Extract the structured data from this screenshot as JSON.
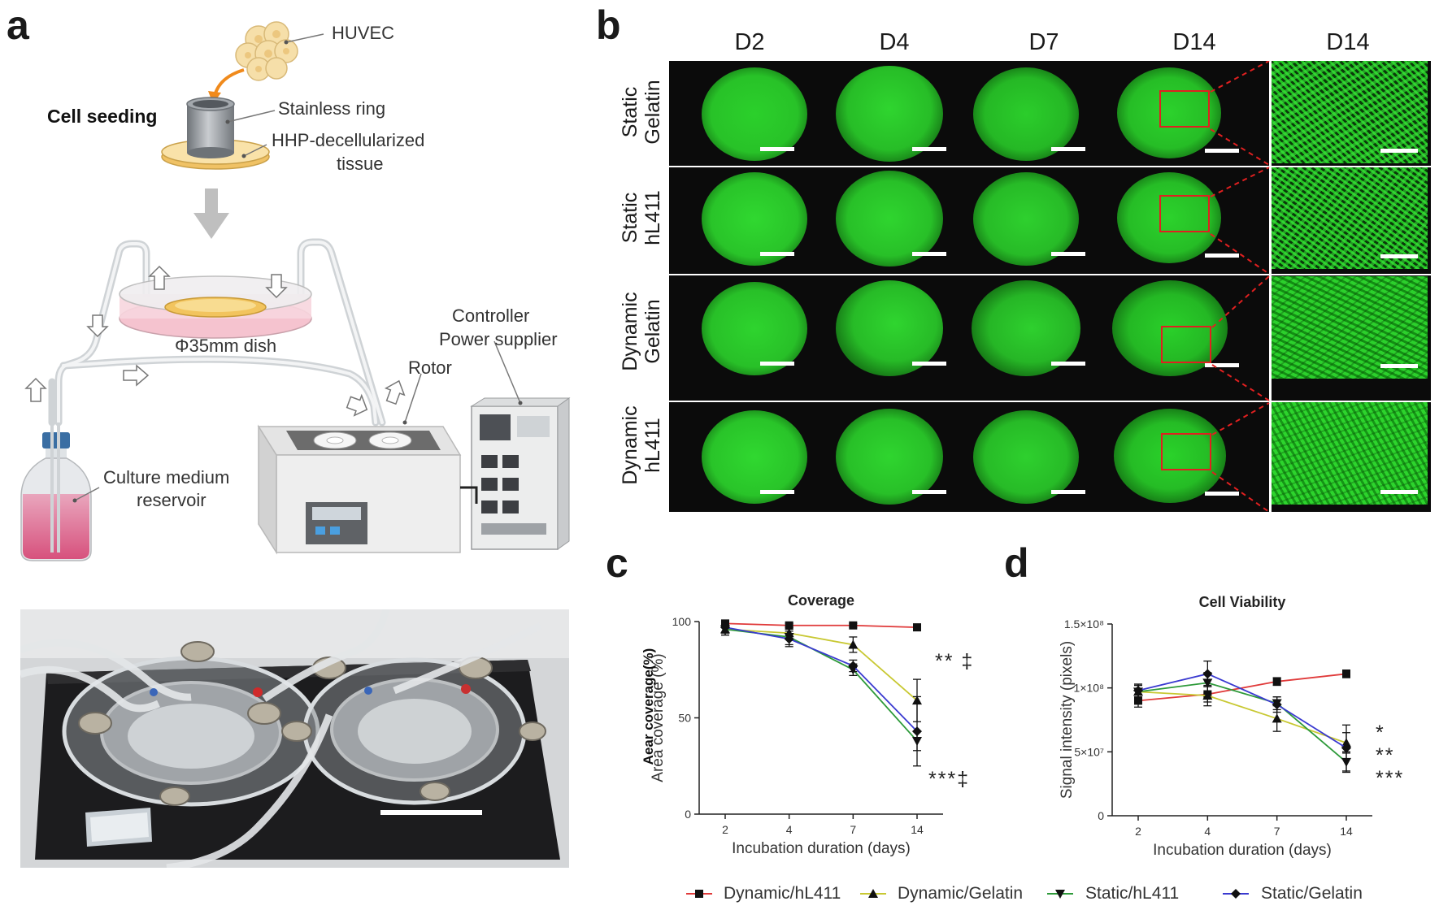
{
  "panels": {
    "a": "a",
    "b": "b",
    "c": "c",
    "d": "d"
  },
  "schematic": {
    "cells": "HUVEC",
    "seeding": "Cell seeding",
    "ring": "Stainless ring",
    "tissue": "HHP-decellularized tissue",
    "tissue_line1": "HHP-decellularized",
    "tissue_line2": "tissue",
    "dish": "Φ35mm dish",
    "rotor": "Rotor",
    "controller_line1": "Controller",
    "controller_line2": "Power supplier",
    "reservoir_line1": "Culture medium",
    "reservoir_line2": "reservoir"
  },
  "micrographs": {
    "columns": [
      "D2",
      "D4",
      "D7",
      "D14",
      "D14"
    ],
    "rows": [
      {
        "line1": "Static",
        "line2": "Gelatin"
      },
      {
        "line1": "Static",
        "line2": "hL411"
      },
      {
        "line1": "Dynamic",
        "line2": "Gelatin"
      },
      {
        "line1": "Dynamic",
        "line2": "hL411"
      }
    ],
    "colors": {
      "fluorescence": "#2fd52f",
      "background": "#0b0b0b",
      "roi": "#e02020"
    }
  },
  "legend": [
    "Dynamic/hL411",
    "Dynamic/Gelatin",
    "Static/hL411",
    "Static/Gelatin"
  ],
  "chart_data": [
    {
      "type": "line",
      "title": "Coverage",
      "xlabel": "Incubation  duration  (days)",
      "ylabel": "Area  coverage  (%)",
      "ylabel_overlap": "Aear coverage(%)",
      "categories": [
        "2",
        "4",
        "7",
        "14"
      ],
      "ylim": [
        0,
        100
      ],
      "yticks": [
        "0",
        "50",
        "100"
      ],
      "series": [
        {
          "name": "Dynamic/hL411",
          "marker": "square",
          "color": "#e03a3a",
          "values": [
            99,
            98,
            98,
            97
          ],
          "err": [
            1,
            1,
            1,
            1
          ]
        },
        {
          "name": "Dynamic/Gelatin",
          "marker": "triangle-up",
          "color": "#c8c832",
          "values": [
            96,
            94,
            88,
            59
          ],
          "err": [
            3,
            3,
            4,
            11
          ]
        },
        {
          "name": "Static/hL411",
          "marker": "triangle-down",
          "color": "#2e9a3a",
          "values": [
            96,
            92,
            75,
            38
          ],
          "err": [
            3,
            4,
            3,
            5
          ]
        },
        {
          "name": "Static/Gelatin",
          "marker": "diamond",
          "color": "#3a3ad0",
          "values": [
            97,
            91,
            77,
            43
          ],
          "err": [
            3,
            4,
            3,
            18
          ]
        }
      ],
      "annotations": [
        "** ‡",
        "***‡"
      ]
    },
    {
      "type": "line",
      "title": "Cell Viability",
      "xlabel": "Incubation  duration  (days)",
      "ylabel": "Signal  intensity  (pixels)",
      "categories": [
        "2",
        "4",
        "7",
        "14"
      ],
      "ylim": [
        0,
        150000000
      ],
      "yticks": [
        "0",
        "5×10⁷",
        "1×10⁸",
        "1.5×10⁸"
      ],
      "series": [
        {
          "name": "Dynamic/hL411",
          "marker": "square",
          "color": "#e03a3a",
          "values": [
            90000000,
            95000000,
            105000000,
            111000000
          ],
          "err": [
            5000000,
            6000000,
            3000000,
            3000000
          ]
        },
        {
          "name": "Dynamic/Gelatin",
          "marker": "triangle-up",
          "color": "#c8c832",
          "values": [
            97000000,
            94000000,
            76000000,
            57000000
          ],
          "err": [
            5000000,
            8000000,
            10000000,
            8000000
          ]
        },
        {
          "name": "Static/hL411",
          "marker": "triangle-down",
          "color": "#2e9a3a",
          "values": [
            97000000,
            104000000,
            88000000,
            42000000
          ],
          "err": [
            5000000,
            8000000,
            5000000,
            8000000
          ]
        },
        {
          "name": "Static/Gelatin",
          "marker": "diamond",
          "color": "#3a3ad0",
          "values": [
            98000000,
            111000000,
            87000000,
            53000000
          ],
          "err": [
            5000000,
            10000000,
            6000000,
            18000000
          ]
        }
      ],
      "annotations": [
        "*",
        "**",
        "***"
      ]
    }
  ]
}
